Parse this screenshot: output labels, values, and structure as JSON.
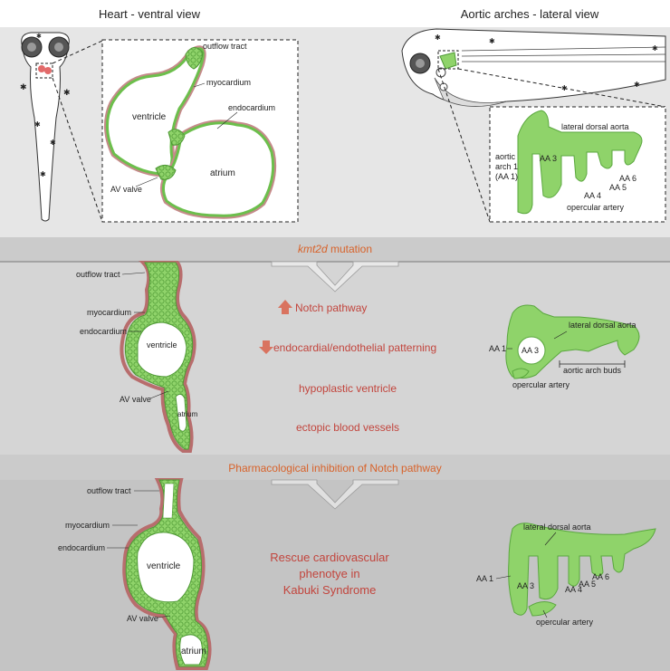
{
  "colors": {
    "panel_top": "#e6e6e6",
    "panel_mid": "#d5d5d5",
    "panel_bottom": "#c4c4c4",
    "banner": "#cbcbcb",
    "green": "#8fd36a",
    "green_dark": "#5aa73e",
    "myo": "#b86d6d",
    "red_text": "#c2453d",
    "orange_text": "#d8622a",
    "arrow_red": "#d9735f"
  },
  "top": {
    "heart_title": "Heart - ventral view",
    "arches_title": "Aortic arches - lateral view",
    "heart_labels": {
      "outflow_tract": "outflow tract",
      "myocardium": "myocardium",
      "endocardium": "endocardium",
      "ventricle": "ventricle",
      "atrium": "atrium",
      "av_valve": "AV valve"
    },
    "arch_labels": {
      "lateral_dorsal_aorta": "lateral dorsal aorta",
      "aortic_arch_line1": "aortic",
      "aortic_arch_line2": "arch 1",
      "aortic_arch_line3": "(AA 1)",
      "aa3": "AA 3",
      "aa4": "AA 4",
      "aa5": "AA 5",
      "aa6": "AA 6",
      "opercular_artery": "opercular artery"
    }
  },
  "banner1": {
    "gene": "kmt2d",
    "rest": " mutation"
  },
  "middle": {
    "heart_labels": {
      "outflow_tract": "outflow tract",
      "myocardium": "myocardium",
      "endocardium": "endocardium",
      "ventricle": "ventricle",
      "av_valve": "AV valve",
      "atrium": "atrium"
    },
    "effects": {
      "notch": "Notch pathway",
      "patterning": "endocardial/endothelial patterning",
      "hypoplastic": "hypoplastic ventricle",
      "ectopic": "ectopic blood vessels"
    },
    "arch_labels": {
      "lateral_dorsal_aorta": "lateral dorsal aorta",
      "aa1": "AA 1",
      "aa3": "AA 3",
      "buds": "aortic arch buds",
      "opercular_artery": "opercular artery"
    }
  },
  "banner2": {
    "text": "Pharmacological inhibition of Notch pathway"
  },
  "bottom": {
    "heart_labels": {
      "outflow_tract": "outflow tract",
      "myocardium": "myocardium",
      "endocardium": "endocardium",
      "ventricle": "ventricle",
      "av_valve": "AV valve",
      "atrium": "atrium"
    },
    "rescue_line1": "Rescue cardiovascular",
    "rescue_line2": "phenotye in",
    "rescue_line3": "Kabuki Syndrome",
    "arch_labels": {
      "lateral_dorsal_aorta": "lateral dorsal aorta",
      "aa1": "AA 1",
      "aa3": "AA 3",
      "aa4": "AA 4",
      "aa5": "AA 5",
      "aa6": "AA 6",
      "opercular_artery": "opercular artery"
    }
  }
}
